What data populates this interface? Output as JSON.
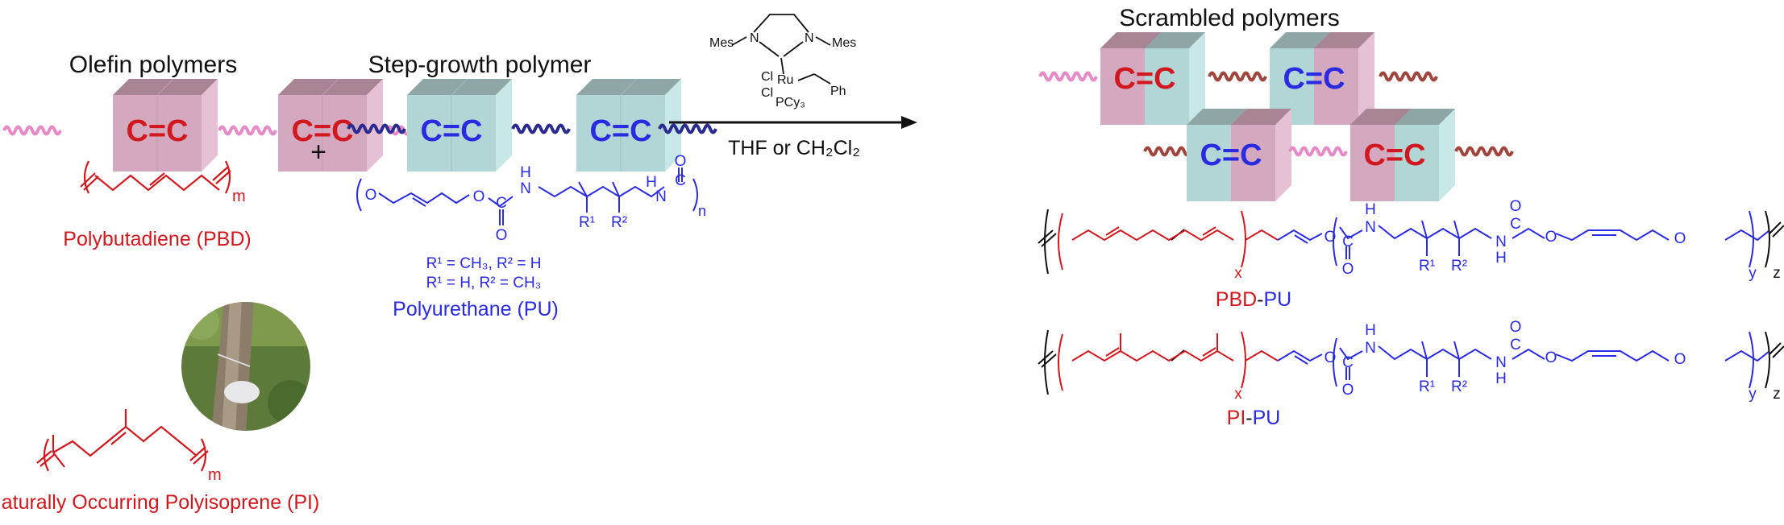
{
  "left": {
    "title": "Olefin polymers",
    "cube_label": "C=C",
    "pbd_repeat": "m",
    "pbd_label": "Polybutadiene (PBD)",
    "pi_repeat": "m",
    "pi_label": "Naturally Occurring Polyisoprene (PI)"
  },
  "plus": "+",
  "middle": {
    "title": "Step-growth polymer",
    "cube_label": "C=C",
    "pu_repeat": "n",
    "atoms": {
      "O": "O",
      "N": "N",
      "H": "H",
      "C": "C",
      "R1": "R¹",
      "R2": "R²"
    },
    "substituents_1": "R¹ = CH₃, R² = H",
    "substituents_2": "R¹ = H, R² = CH₃",
    "pu_label": "Polyurethane (PU)"
  },
  "catalyst": {
    "mes_left": "Mes",
    "mes_right": "Mes",
    "n": "N",
    "cl1": "Cl",
    "cl2": "Cl",
    "ru": "Ru",
    "ph": "Ph",
    "pcy3": "PCy₃",
    "conditions": "THF or CH₂Cl₂"
  },
  "right": {
    "title": "Scrambled polymers",
    "cube_label": "C=C",
    "x": "x",
    "y": "y",
    "z": "z",
    "pbd_pu_a": "PBD",
    "pbd_pu_dash": "-",
    "pbd_pu_b": "PU",
    "pi_pu_a": "PI",
    "pi_pu_dash": "-",
    "pi_pu_b": "PU"
  },
  "colors": {
    "red": "#d0181e",
    "blue": "#2a2ae0",
    "pink": "#e58ac6",
    "navy": "#2a2a90",
    "brown": "#a0443c",
    "cube_pink": "#d9aec4",
    "cube_teal": "#b6dcdc"
  }
}
